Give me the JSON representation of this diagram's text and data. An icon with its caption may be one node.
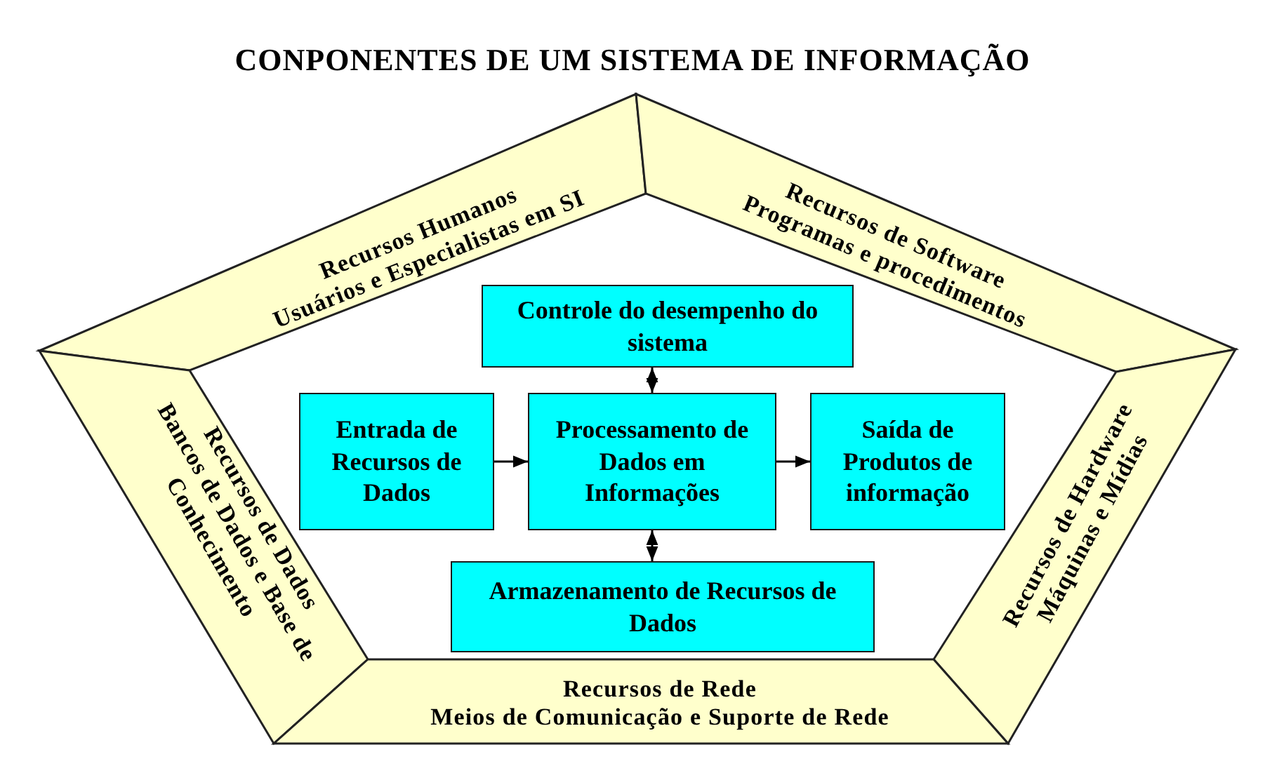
{
  "diagram": {
    "title": "CONPONENTES DE UM SISTEMA DE INFORMAÇÃO",
    "nodes": [
      {
        "text": [
          "Recursos Humanos",
          "Usuários e Especialistas em SI"
        ]
      },
      {
        "text": [
          "Recursos de Software",
          "Programas e procedimentos"
        ]
      },
      {
        "text": [
          "Controle do desempenho do sistema"
        ]
      },
      {
        "text": [
          "Entrada de Recursos de Dados"
        ]
      },
      {
        "text": [
          "Processamento de Dados em Informações"
        ]
      },
      {
        "text": [
          "Saída de Produtos de informação"
        ]
      },
      {
        "text": [
          "Recursos de Dados",
          "Bancos de Dados e Base de Conhecimento"
        ]
      },
      {
        "text": [
          "Recursos de Hardware",
          "Máquinas e Mídias"
        ]
      },
      {
        "text": [
          "Armazenamento de Recursos de Dados"
        ]
      },
      {
        "text": [
          "Recursos de Rede",
          "Meios de Comunicação e Suporte de Rede"
        ]
      }
    ],
    "edges": [
      {
        "from": 3,
        "to": 4,
        "arrow": "to"
      },
      {
        "from": 4,
        "to": 5,
        "arrow": "to"
      },
      {
        "from": 4,
        "to": 2,
        "arrow": "both"
      },
      {
        "from": 4,
        "to": 8,
        "arrow": "both"
      }
    ]
  }
}
